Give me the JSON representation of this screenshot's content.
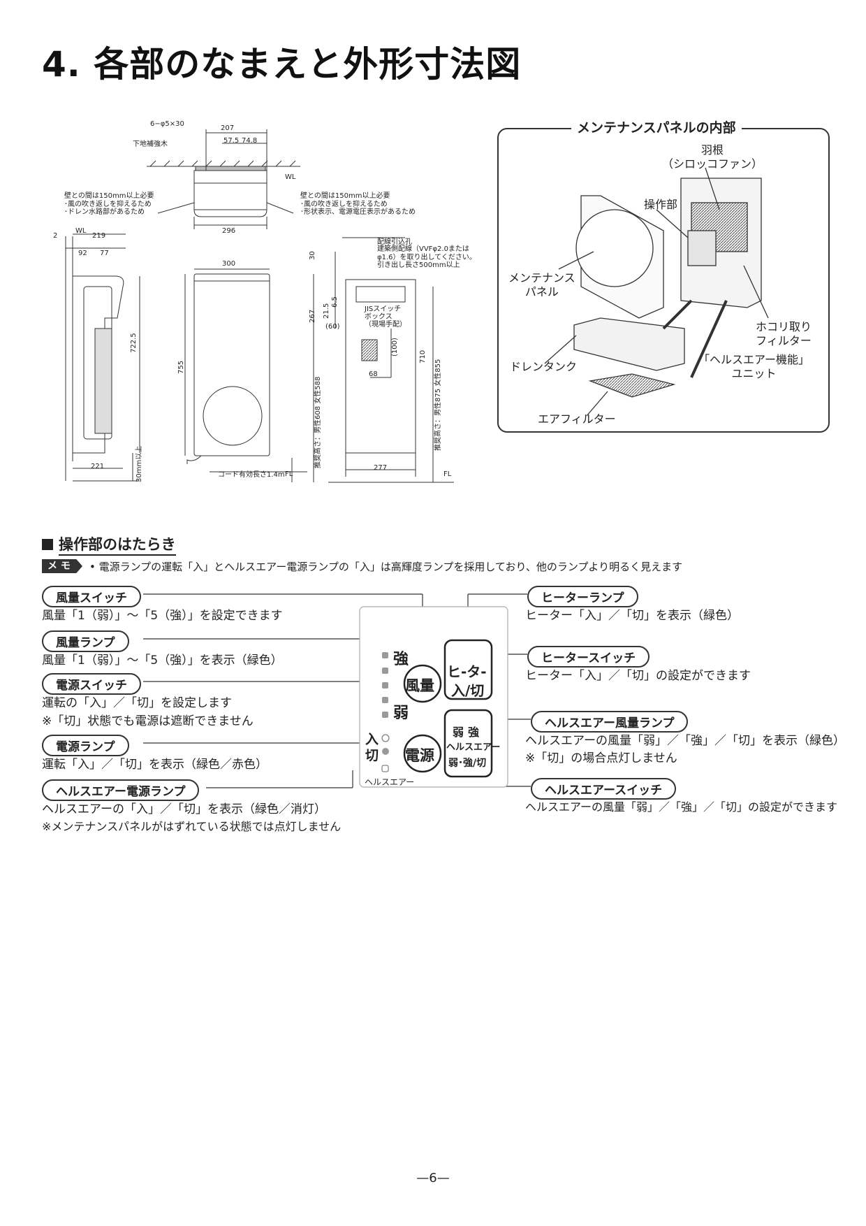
{
  "title": "4. 各部のなまえと外形寸法図",
  "dims": {
    "holes": "6−φ5×30",
    "reinforce": "下地補強木",
    "d207": "207",
    "d57": "57.5",
    "d74": "74.8",
    "wl": "WL",
    "wall_left": "壁との間は150mm以上必要\n･風の吹き返しを抑えるため\n･ドレン水路部があるため",
    "wall_right": "壁との間は150mm以上必要\n･風の吹き返しを抑えるため\n･形状表示、電源電圧表示があるため",
    "d296": "296",
    "d2": "2",
    "d219": "219",
    "d92": "92",
    "d77": "77",
    "d300": "300",
    "d722": "722.5",
    "d755": "755",
    "d221": "221",
    "d30min": "30mm以上",
    "cord": "コード有効長さ1.4m",
    "fl": "FL",
    "d30": "30",
    "d267": "267",
    "d215": "21.5",
    "d65": "6.5",
    "d60": "(60)",
    "d100": "(100)",
    "d68": "68",
    "d277": "277",
    "d710": "710",
    "wiring_hole": "配線引込孔",
    "wiring_note": "建築側配線（VVFφ2.0または\nφ1.6）を取り出してください。\n引き出し長さ500mm以上",
    "jis_box": "JISスイッチ\nボックス\n（現場手配）",
    "height_left": "推奨高さ：男性608 女性588",
    "height_right": "推奨高さ：男性875 女性855"
  },
  "maint": {
    "title": "メンテナンスパネルの内部",
    "fan": "羽根\n（シロッコファン）",
    "ctrl": "操作部",
    "panel": "メンテナンス\nパネル",
    "dust": "ホコリ取り\nフィルター",
    "drain": "ドレンタンク",
    "health": "「ヘルスエアー機能」\nユニット",
    "air": "エアフィルター"
  },
  "section": {
    "heading": "操作部のはたらき",
    "memo_badge": "メ モ",
    "memo": "• 電源ランプの運転「入」とヘルスエアー電源ランプの「入」は高輝度ランプを採用しており、他のランプより明るく見えます"
  },
  "left_items": [
    {
      "label": "風量スイッチ",
      "desc1": "風量「1（弱）」～「5（強）」を設定できます",
      "desc2": ""
    },
    {
      "label": "風量ランプ",
      "desc1": "風量「1（弱）」～「5（強）」を表示（緑色）",
      "desc2": ""
    },
    {
      "label": "電源スイッチ",
      "desc1": "運転の「入」／「切」を設定します",
      "desc2": "※「切」状態でも電源は遮断できません"
    },
    {
      "label": "電源ランプ",
      "desc1": "運転「入」／「切」を表示（緑色／赤色）",
      "desc2": ""
    },
    {
      "label": "ヘルスエアー電源ランプ",
      "desc1": "ヘルスエアーの「入」／「切」を表示（緑色／消灯）",
      "desc2": "※メンテナンスパネルがはずれている状態では点灯しません"
    }
  ],
  "right_items": [
    {
      "label": "ヒーターランプ",
      "desc1": "ヒーター「入」／「切」を表示（緑色）",
      "desc2": ""
    },
    {
      "label": "ヒータースイッチ",
      "desc1": "ヒーター「入」／「切」の設定ができます",
      "desc2": ""
    },
    {
      "label": "ヘルスエアー風量ランプ",
      "desc1": "ヘルスエアーの風量「弱」／「強」／「切」を表示（緑色）",
      "desc2": "※「切」の場合点灯しません"
    },
    {
      "label": "ヘルスエアースイッチ",
      "desc1": "ヘルスエアーの風量「弱」／「強」／「切」の設定ができます",
      "desc2": ""
    }
  ],
  "control": {
    "strong": "強",
    "weak": "弱",
    "fuuryou": "風量",
    "heater1": "ヒ-タ-",
    "heater2": "入/切",
    "on": "入",
    "off": "切",
    "power": "電源",
    "ha_weak": "弱",
    "ha_strong": "強",
    "ha1": "ヘルスエアー",
    "ha2": "弱･強/切",
    "ha_lamp": "ヘルスエアー"
  },
  "page_number": "—6—"
}
